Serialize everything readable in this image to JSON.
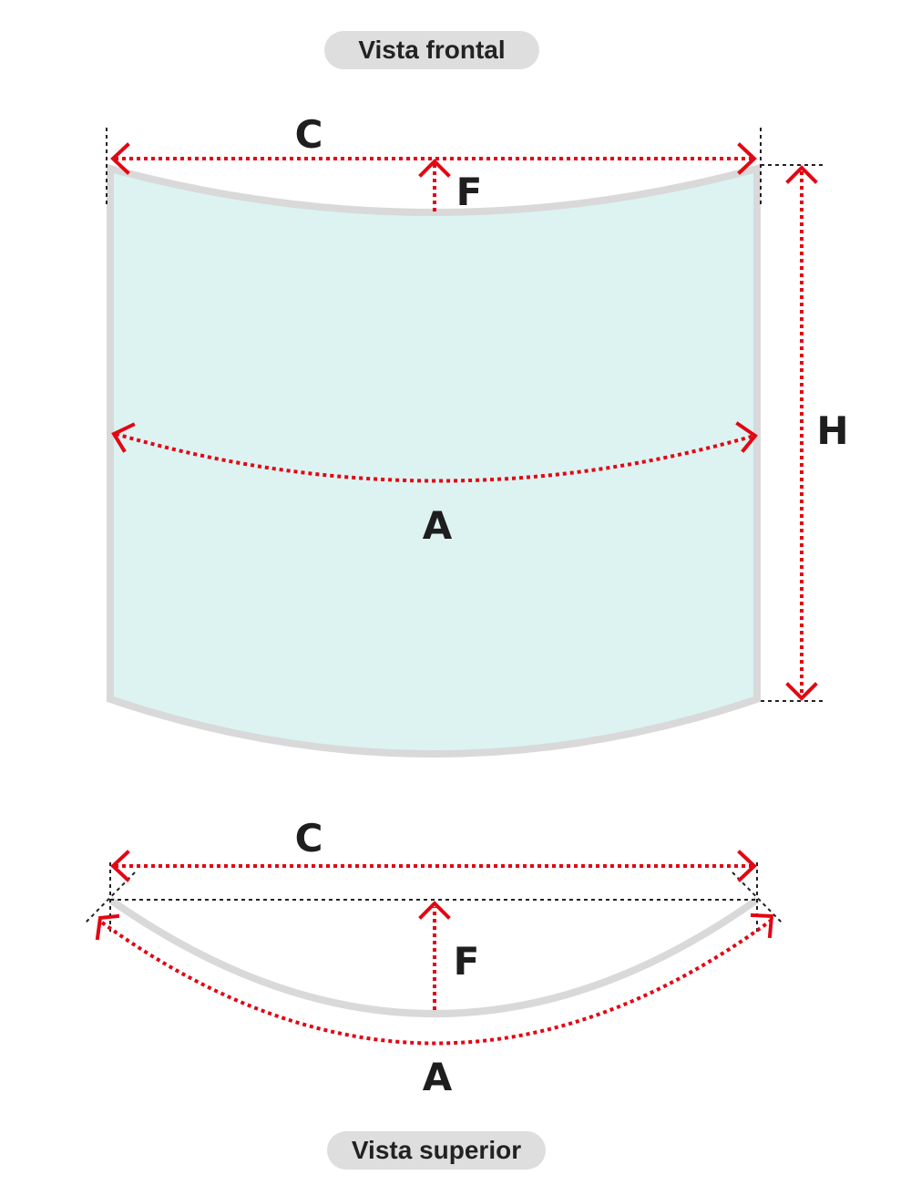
{
  "front_view": {
    "title": "Vista frontal",
    "labels": {
      "chord": "C",
      "sag": "F",
      "height": "H",
      "arc": "A"
    }
  },
  "top_view": {
    "title": "Vista superior",
    "labels": {
      "chord": "C",
      "sag": "F",
      "arc": "A"
    }
  },
  "colors": {
    "glass": "#dcf3f2",
    "frame": "#d9d9d9",
    "dimension": "#e30613",
    "guide": "#222222"
  }
}
